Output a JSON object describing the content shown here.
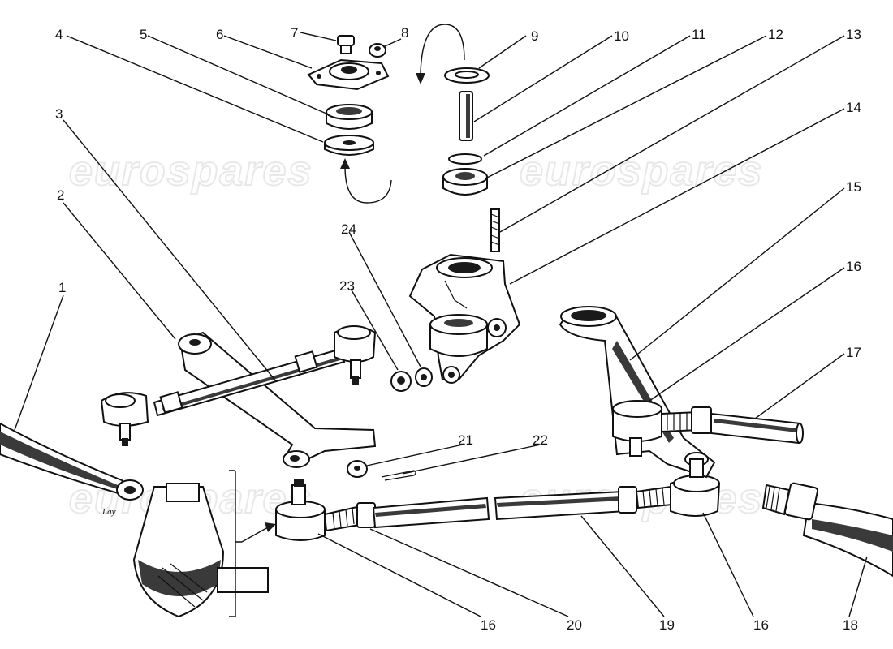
{
  "watermark": "eurospares",
  "signature": "Lay",
  "callouts": [
    {
      "id": "1",
      "label": "1"
    },
    {
      "id": "2",
      "label": "2"
    },
    {
      "id": "3",
      "label": "3"
    },
    {
      "id": "4",
      "label": "4"
    },
    {
      "id": "5",
      "label": "5"
    },
    {
      "id": "6",
      "label": "6"
    },
    {
      "id": "7",
      "label": "7"
    },
    {
      "id": "8",
      "label": "8"
    },
    {
      "id": "9",
      "label": "9"
    },
    {
      "id": "10",
      "label": "10"
    },
    {
      "id": "11",
      "label": "11"
    },
    {
      "id": "12",
      "label": "12"
    },
    {
      "id": "13",
      "label": "13"
    },
    {
      "id": "14",
      "label": "14"
    },
    {
      "id": "15",
      "label": "15"
    },
    {
      "id": "16a",
      "label": "16"
    },
    {
      "id": "17",
      "label": "17"
    },
    {
      "id": "16b",
      "label": "16"
    },
    {
      "id": "18",
      "label": "18"
    },
    {
      "id": "19",
      "label": "19"
    },
    {
      "id": "16c",
      "label": "16"
    },
    {
      "id": "20",
      "label": "20"
    },
    {
      "id": "21",
      "label": "21"
    },
    {
      "id": "22",
      "label": "22"
    },
    {
      "id": "23",
      "label": "23"
    },
    {
      "id": "24",
      "label": "24"
    }
  ]
}
